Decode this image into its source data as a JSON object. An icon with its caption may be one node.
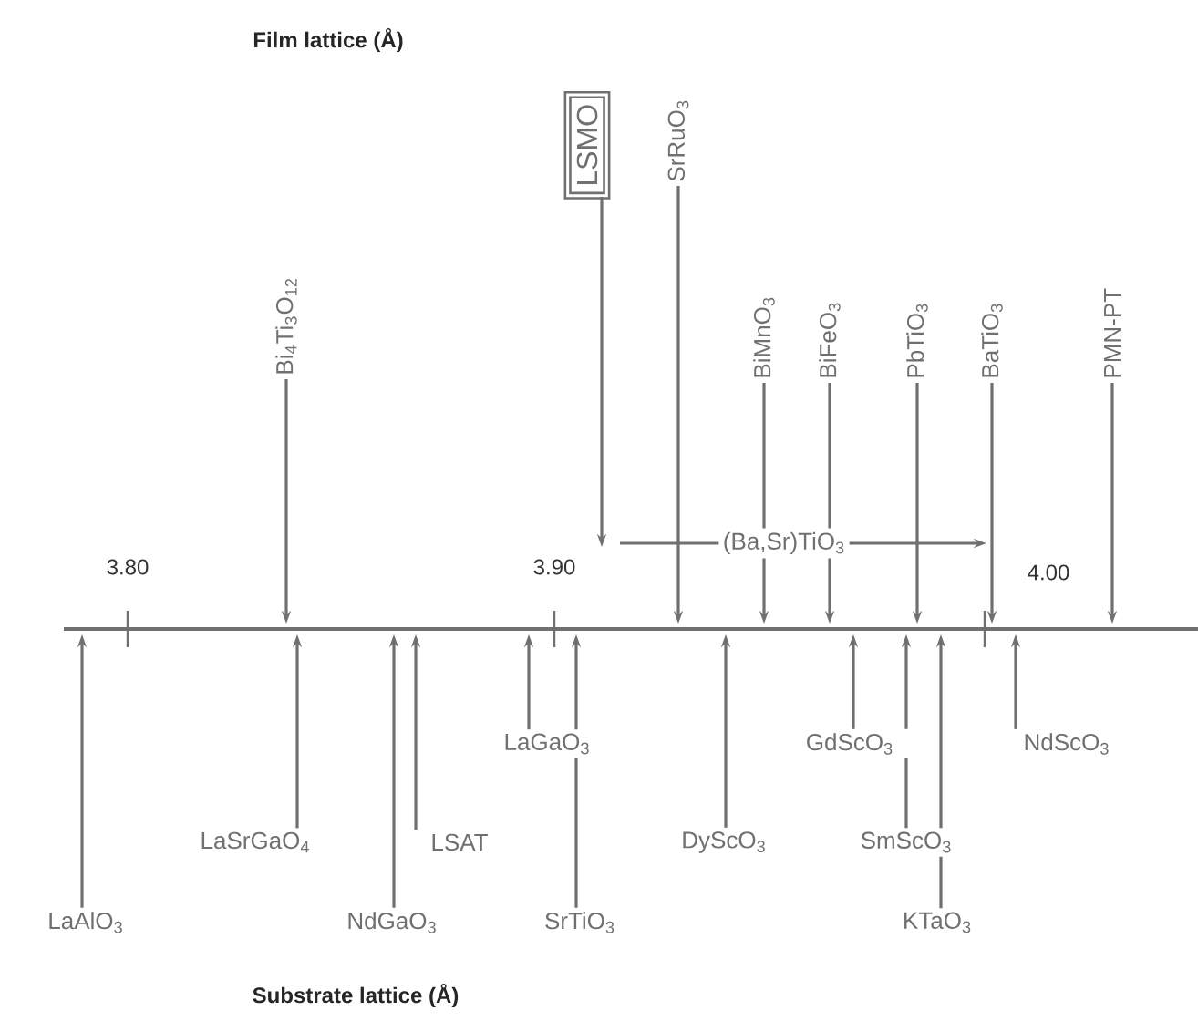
{
  "diagram": {
    "nodes": [
      {
        "text": [
          "Bi$_{4}$Ti$_{3}$O$_{12}$"
        ]
      },
      {
        "text": [
          "LSMO"
        ]
      },
      {
        "text": [
          "SrRuO$_{3}$"
        ]
      },
      {
        "text": [
          "BiMnO$_{3}$"
        ]
      },
      {
        "text": [
          "BiFeO$_{3}$"
        ]
      },
      {
        "text": [
          "PbTiO$_{3}$"
        ]
      },
      {
        "text": [
          "BaTiO$_{3}$"
        ]
      },
      {
        "text": [
          "PMN-PT"
        ]
      },
      {
        "text": [
          "(Ba,Sr)TiO$_{3}$"
        ]
      },
      {
        "text": [
          "LaAlO$_{3}$"
        ]
      },
      {
        "text": [
          "LaSrGaO$_{4}$"
        ]
      },
      {
        "text": [
          "NdGaO$_{3}$"
        ]
      },
      {
        "text": [
          "LSAT"
        ]
      },
      {
        "text": [
          "LaGaO$_{3}$"
        ]
      },
      {
        "text": [
          "SrTiO$_{3}$"
        ]
      },
      {
        "text": [
          "DyScO$_{3}$"
        ]
      },
      {
        "text": [
          "GdScO$_{3}$"
        ]
      },
      {
        "text": [
          "SmScO$_{3}$"
        ]
      },
      {
        "text": [
          "KTaO$_{3}$"
        ]
      },
      {
        "text": [
          "NdScO$_{3}$"
        ]
      }
    ],
    "edges": [
      {
        "from": 0,
        "to": null,
        "arrow": "to"
      },
      {
        "from": 1,
        "to": null,
        "arrow": "to"
      },
      {
        "from": 2,
        "to": null,
        "arrow": "to"
      },
      {
        "from": 3,
        "to": null,
        "arrow": "to"
      },
      {
        "from": 4,
        "to": null,
        "arrow": "to"
      },
      {
        "from": 5,
        "to": null,
        "arrow": "to"
      },
      {
        "from": 6,
        "to": null,
        "arrow": "to"
      },
      {
        "from": 7,
        "to": null,
        "arrow": "to"
      },
      {
        "from": 8,
        "to": null,
        "arrow": "none"
      },
      {
        "from": 8,
        "to": null,
        "arrow": "to"
      },
      {
        "from": 9,
        "to": null,
        "arrow": "to"
      },
      {
        "from": 10,
        "to": null,
        "arrow": "to"
      },
      {
        "from": 11,
        "to": null,
        "arrow": "to"
      },
      {
        "from": 12,
        "to": null,
        "arrow": "to"
      },
      {
        "from": 13,
        "to": null,
        "arrow": "to"
      },
      {
        "from": 14,
        "to": null,
        "arrow": "to"
      },
      {
        "from": 15,
        "to": null,
        "arrow": "to"
      },
      {
        "from": 16,
        "to": null,
        "arrow": "to"
      },
      {
        "from": 17,
        "to": null,
        "arrow": "to"
      },
      {
        "from": 18,
        "to": null,
        "arrow": "to"
      },
      {
        "from": 19,
        "to": null,
        "arrow": "to"
      }
    ],
    "labels": [
      "Film lattice (Å)",
      "3.80",
      "3.90",
      "4.00",
      "Substrate lattice (Å)"
    ]
  }
}
